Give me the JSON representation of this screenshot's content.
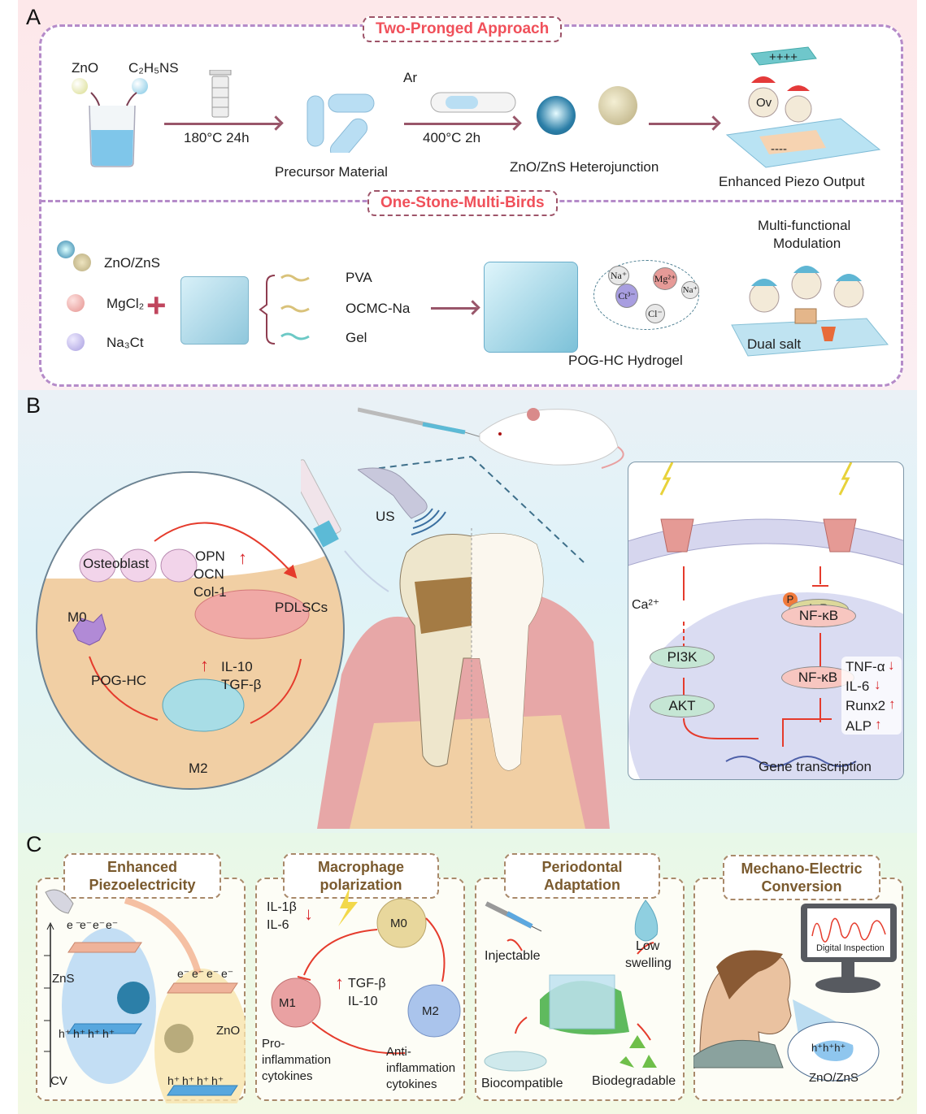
{
  "panels": {
    "A": {
      "letter": "A",
      "tag_top": "Two-Pronged Approach",
      "tag_mid": "One-Stone-Multi-Birds",
      "reagents": [
        "ZnO",
        "C₂H₅NS"
      ],
      "step1_condition": "180°C 24h",
      "precursor_label": "Precursor Material",
      "gas_label": "Ar",
      "step2_condition": "400°C 2h",
      "heterojunction_label": "ZnO/ZnS Heterojunction",
      "piezo_label": "Enhanced Piezo Output",
      "plate_charge_top": "++++",
      "plate_charge_bottom": "----",
      "vacancy_label": "Ov",
      "components": [
        {
          "label": "ZnO/ZnS",
          "color": "#2c7fa8"
        },
        {
          "label": "MgCl₂",
          "color": "#e5928f"
        },
        {
          "label": "Na₃Ct",
          "color": "#a89ee0"
        }
      ],
      "polymers": [
        "PVA",
        "OCMC-Na",
        "Gel"
      ],
      "ions": [
        "Na⁺",
        "Mg²⁺",
        "Ct³⁻",
        "Na⁺",
        "Cl⁻"
      ],
      "hydrogel_label": "POG-HC Hydrogel",
      "modulation_label_1": "Multi-functional",
      "modulation_label_2": "Modulation",
      "dual_salt_label": "Dual salt"
    },
    "B": {
      "letter": "B",
      "us_label": "US",
      "circle": {
        "osteoblast": "Osteoblast",
        "markers": [
          "OPN",
          "OCN",
          "Col-1"
        ],
        "pdlscs": "PDLSCs",
        "m0": "M0",
        "pog": "POG-HC",
        "cytokines": [
          "IL-10",
          "TGF-β"
        ],
        "m2": "M2"
      },
      "pathway": {
        "ca": "Ca²⁺",
        "p": "P",
        "ikb": "IκB",
        "nfkb1": "NF-κB",
        "pi3k": "PI3K",
        "akt": "AKT",
        "nfkb2": "NF-κB",
        "genes": [
          {
            "label": "TNF-α",
            "direction": "down"
          },
          {
            "label": "IL-6",
            "direction": "down"
          },
          {
            "label": "Runx2",
            "direction": "up"
          },
          {
            "label": "ALP",
            "direction": "up"
          }
        ],
        "transcription": "Gene transcription"
      }
    },
    "C": {
      "letter": "C",
      "boxes": [
        {
          "title_1": "Enhanced",
          "title_2": "Piezoelectricity",
          "electron": "e⁻",
          "hole": "h⁺",
          "zns": "ZnS",
          "zno": "ZnO",
          "axis": "CV"
        },
        {
          "title_1": "Macrophage",
          "title_2": "polarization",
          "il1b": "IL-1β",
          "il6": "IL-6",
          "m0": "M0",
          "m1": "M1",
          "m2": "M2",
          "tgf": "TGF-β",
          "il10": "IL-10",
          "pro_1": "Pro-",
          "pro_2": "inflammation",
          "pro_3": "cytokines",
          "anti_1": "Anti-",
          "anti_2": "inflammation",
          "anti_3": "cytokines"
        },
        {
          "title_1": "Periodontal",
          "title_2": "Adaptation",
          "injectable": "Injectable",
          "low_1": "Low",
          "low_2": "swelling",
          "biocompatible": "Biocompatible",
          "biodegradable": "Biodegradable"
        },
        {
          "title_1": "Mechano-Electric",
          "title_2": "Conversion",
          "monitor_label": "Digital Inspection",
          "material": "ZnO/ZnS"
        }
      ]
    }
  },
  "colors": {
    "tag_red": "#f0505a",
    "arrow_maroon": "#99566a",
    "signal_red": "#e53b2c",
    "dashed_purple": "#b58bc9",
    "tag_brown": "#7a5a2e"
  }
}
